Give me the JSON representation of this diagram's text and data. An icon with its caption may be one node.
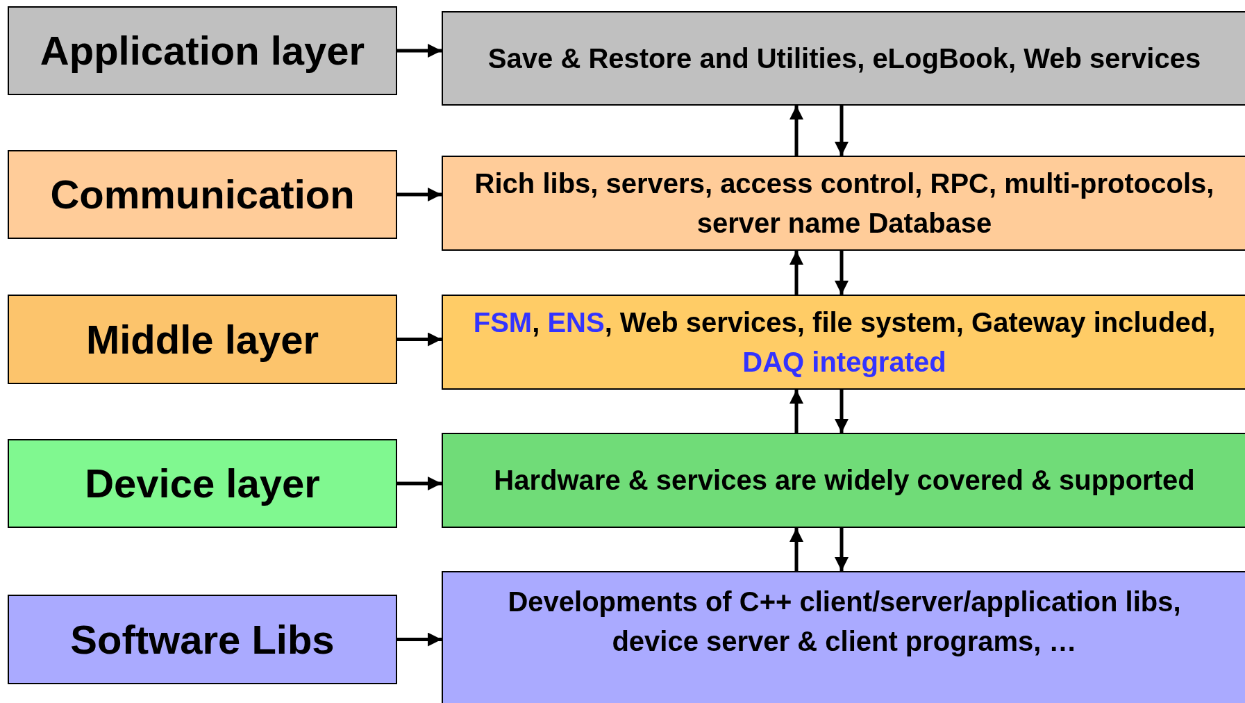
{
  "diagram": {
    "nodes": [
      {
        "text": [
          "Application layer"
        ]
      },
      {
        "text": [
          "Communication"
        ]
      },
      {
        "text": [
          "Middle layer"
        ]
      },
      {
        "text": [
          "Device layer"
        ]
      },
      {
        "text": [
          "Software Libs"
        ]
      },
      {
        "text": [
          "Save & Restore and Utilities, eLogBook, Web services"
        ]
      },
      {
        "text": [
          "Rich libs, servers, access control, RPC, multi-protocols, server name Database"
        ]
      },
      {
        "text": [
          "**FSM**, **ENS**, Web services, file system, Gateway included, **DAQ integrated**"
        ]
      },
      {
        "text": [
          "Hardware & services are widely covered & supported"
        ]
      },
      {
        "text": [
          "Developments of C++ client/server/application libs, device server & client programs, …"
        ]
      }
    ],
    "edges": [
      {
        "from": 0,
        "to": 5,
        "arrow": "to"
      },
      {
        "from": 1,
        "to": 6,
        "arrow": "to"
      },
      {
        "from": 2,
        "to": 7,
        "arrow": "to"
      },
      {
        "from": 3,
        "to": 8,
        "arrow": "to"
      },
      {
        "from": 4,
        "to": 9,
        "arrow": "to"
      },
      {
        "from": 6,
        "to": 5,
        "arrow": "to"
      },
      {
        "from": 5,
        "to": 6,
        "arrow": "to"
      },
      {
        "from": 7,
        "to": 6,
        "arrow": "to"
      },
      {
        "from": 6,
        "to": 7,
        "arrow": "to"
      },
      {
        "from": 8,
        "to": 7,
        "arrow": "to"
      },
      {
        "from": 7,
        "to": 8,
        "arrow": "to"
      },
      {
        "from": 9,
        "to": 8,
        "arrow": "to"
      },
      {
        "from": 8,
        "to": 9,
        "arrow": "to"
      }
    ]
  }
}
